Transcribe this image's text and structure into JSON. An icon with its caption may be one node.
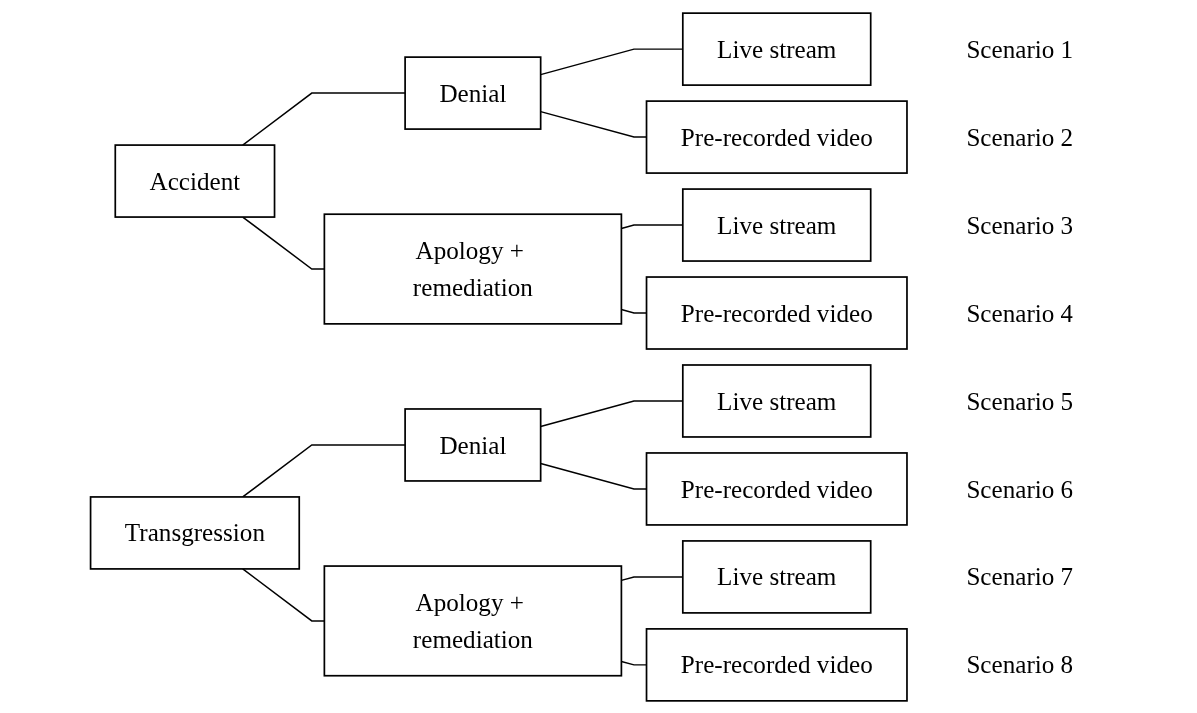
{
  "diagram": {
    "nodes": [
      {
        "text": [
          "Accident"
        ]
      },
      {
        "text": [
          "Denial"
        ]
      },
      {
        "text": [
          "Live stream"
        ],
        "beside": [
          "Scenario 1"
        ]
      },
      {
        "text": [
          "Pre-recorded video"
        ],
        "beside": [
          "Scenario 2"
        ]
      },
      {
        "text": [
          "Apology + remediation"
        ]
      },
      {
        "text": [
          "Live stream"
        ],
        "beside": [
          "Scenario 3"
        ]
      },
      {
        "text": [
          "Pre-recorded video"
        ],
        "beside": [
          "Scenario 4"
        ]
      },
      {
        "text": [
          "Transgression"
        ]
      },
      {
        "text": [
          "Denial"
        ]
      },
      {
        "text": [
          "Live stream"
        ],
        "beside": [
          "Scenario 5"
        ]
      },
      {
        "text": [
          "Pre-recorded video"
        ],
        "beside": [
          "Scenario 6"
        ]
      },
      {
        "text": [
          "Apology + remediation"
        ]
      },
      {
        "text": [
          "Live stream"
        ],
        "beside": [
          "Scenario 7"
        ]
      },
      {
        "text": [
          "Pre-recorded video"
        ],
        "beside": [
          "Scenario 8"
        ]
      }
    ],
    "edges": [
      {
        "from": 0,
        "to": 1,
        "arrow": "none"
      },
      {
        "from": 0,
        "to": 4,
        "arrow": "none"
      },
      {
        "from": 1,
        "to": 2,
        "arrow": "none"
      },
      {
        "from": 1,
        "to": 3,
        "arrow": "none"
      },
      {
        "from": 4,
        "to": 5,
        "arrow": "none"
      },
      {
        "from": 4,
        "to": 6,
        "arrow": "none"
      },
      {
        "from": 7,
        "to": 8,
        "arrow": "none"
      },
      {
        "from": 7,
        "to": 11,
        "arrow": "none"
      },
      {
        "from": 8,
        "to": 9,
        "arrow": "none"
      },
      {
        "from": 8,
        "to": 10,
        "arrow": "none"
      },
      {
        "from": 11,
        "to": 12,
        "arrow": "none"
      },
      {
        "from": 11,
        "to": 13,
        "arrow": "none"
      }
    ]
  }
}
